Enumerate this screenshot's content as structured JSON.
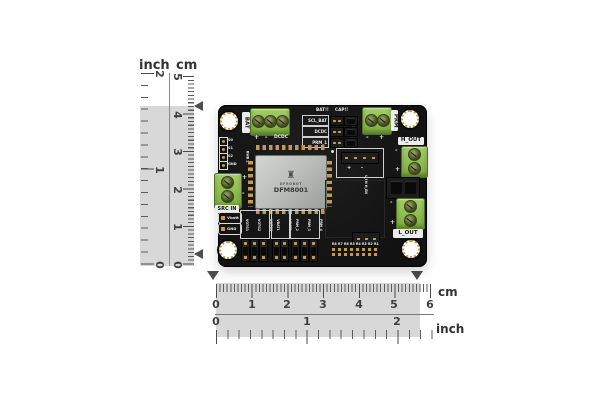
{
  "rulers": {
    "left": {
      "inch_header": "inch",
      "cm_header": "cm",
      "cm_numbers": [
        "5",
        "4",
        "3",
        "2",
        "1",
        "0"
      ],
      "inch_numbers": [
        "2",
        "1",
        "0"
      ]
    },
    "bottom": {
      "cm_header": "cm",
      "inch_header": "inch",
      "cm_numbers": [
        "0",
        "1",
        "2",
        "3",
        "4",
        "5",
        "6"
      ],
      "inch_numbers": [
        "0",
        "1",
        "2"
      ]
    }
  },
  "board": {
    "module": {
      "brand": "DFROBOT",
      "model": "DFM8001"
    },
    "silkscreen": {
      "bat_label": "BAT",
      "bat_plus": "+",
      "bat_minus": "-",
      "dcdc_label": "DCDC",
      "table_header_bat": "BAT!!",
      "table_header_cap": "CAP!!",
      "table_rows": [
        "SCL_BAT",
        "DCDC",
        "PRM_1"
      ],
      "prm_minus": "-",
      "prm_plus": "+",
      "prm_label": "PRM",
      "h_out_label": "H_OUT",
      "h_out_minus": "-",
      "h_out_plus": "+",
      "en_jumper_label": "L_EN H_EN",
      "l_out_minus": "-",
      "l_out_plus": "+",
      "l_out_label": "L_OUT",
      "src_in_label": "SRC IN",
      "src_plus": "+",
      "src_minus": "-",
      "left_pins": [
        "S0",
        "S1",
        "S2",
        "GND"
      ],
      "rwb": "RWB 2",
      "vbatt_label": "Vbatt",
      "gnd_label": "GND",
      "connector_plus": "+",
      "connector_minus": "-",
      "jumper_group1": [
        "VOTG1",
        "VOTG2",
        "VOTG3"
      ],
      "jumper_group2": [
        "VBAT1",
        "VBAT2"
      ],
      "jumper_group3": [
        "PRM_2",
        "PRM_3",
        "PRM_4"
      ],
      "r_labels": [
        "R8",
        "R7",
        "R6",
        "R5",
        "R4",
        "R3",
        "R2",
        "R1"
      ]
    }
  },
  "icons": {
    "dfrobot_logo": "♜"
  },
  "colors": {
    "terminal_green": "#8dc04a",
    "pcb_black": "#151515",
    "gold_pad": "#c49a4e",
    "silk_white": "#ececec",
    "shield_silver": "#c2c6c3",
    "ruler_gray": "#d8d8d8"
  }
}
